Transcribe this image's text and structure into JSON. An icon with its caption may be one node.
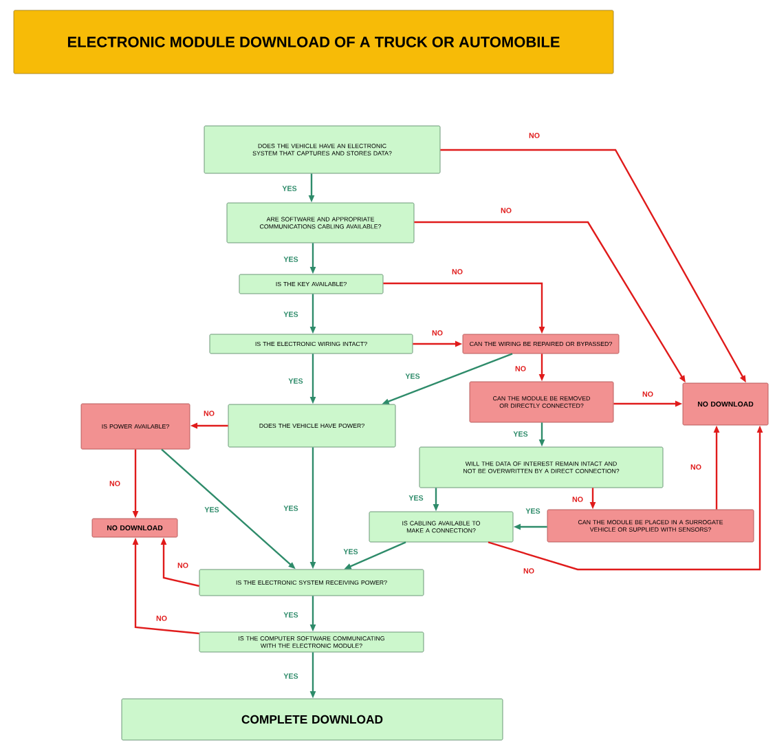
{
  "diagram": {
    "title": "ELECTRONIC MODULE DOWNLOAD OF A TRUCK OR AUTOMOBILE",
    "nodes": [
      {
        "text": [
          "DOES THE VEHICLE HAVE AN ELECTRONIC SYSTEM THAT CAPTURES AND STORES DATA?"
        ]
      },
      {
        "text": [
          "ARE SOFTWARE AND APPROPRIATE COMMUNICATIONS CABLING AVAILABLE?"
        ]
      },
      {
        "text": [
          "IS THE KEY AVAILABLE?"
        ]
      },
      {
        "text": [
          "IS THE ELECTRONIC WIRING INTACT?"
        ]
      },
      {
        "text": [
          "CAN THE WIRING BE REPAIRED OR BYPASSED?"
        ]
      },
      {
        "text": [
          "DOES THE VEHICLE HAVE POWER?"
        ]
      },
      {
        "text": [
          "IS POWER AVAILABLE?"
        ]
      },
      {
        "text": [
          "CAN THE MODULE BE REMOVED OR DIRECTLY CONNECTED?"
        ]
      },
      {
        "text": [
          "NO DOWNLOAD"
        ]
      },
      {
        "text": [
          "WILL THE DATA OF INTEREST REMAIN INTACT AND NOT BE OVERWRITTEN BY A DIRECT CONNECTION?"
        ]
      },
      {
        "text": [
          "CAN THE MODULE BE PLACED IN A SURROGATE VEHICLE OR SUPPLIED WITH SENSORS?"
        ]
      },
      {
        "text": [
          "IS CABLING AVAILABLE TO MAKE A CONNECTION?"
        ]
      },
      {
        "text": [
          "NO DOWNLOAD"
        ]
      },
      {
        "text": [
          "IS THE ELECTRONIC SYSTEM RECEIVING POWER?"
        ]
      },
      {
        "text": [
          "IS THE COMPUTER SOFTWARE COMMUNICATING WITH THE ELECTRONIC MODULE?"
        ]
      },
      {
        "text": [
          "COMPLETE DOWNLOAD"
        ]
      }
    ],
    "edges": [
      {
        "from": 0,
        "to": 1,
        "arrow": "to",
        "label": "YES",
        "color": "#2e8b6a"
      },
      {
        "from": 0,
        "to": 8,
        "arrow": "to",
        "label": "NO",
        "color": "#e01b1b"
      },
      {
        "from": 1,
        "to": 2,
        "arrow": "to",
        "label": "YES",
        "color": "#2e8b6a"
      },
      {
        "from": 1,
        "to": 8,
        "arrow": "to",
        "label": "NO",
        "color": "#e01b1b"
      },
      {
        "from": 2,
        "to": 3,
        "arrow": "to",
        "label": "YES",
        "color": "#2e8b6a"
      },
      {
        "from": 2,
        "to": 4,
        "arrow": "to",
        "label": "NO",
        "color": "#e01b1b"
      },
      {
        "from": 3,
        "to": 4,
        "arrow": "to",
        "label": "NO",
        "color": "#e01b1b"
      },
      {
        "from": 3,
        "to": 5,
        "arrow": "to",
        "label": "YES",
        "color": "#2e8b6a"
      },
      {
        "from": 4,
        "to": 5,
        "arrow": "to",
        "label": "YES",
        "color": "#2e8b6a"
      },
      {
        "from": 4,
        "to": 7,
        "arrow": "to",
        "label": "NO",
        "color": "#e01b1b"
      },
      {
        "from": 5,
        "to": 6,
        "arrow": "to",
        "label": "NO",
        "color": "#e01b1b"
      },
      {
        "from": 5,
        "to": 13,
        "arrow": "to",
        "label": "YES",
        "color": "#2e8b6a"
      },
      {
        "from": 6,
        "to": 12,
        "arrow": "to",
        "label": "NO",
        "color": "#e01b1b"
      },
      {
        "from": 6,
        "to": 13,
        "arrow": "to",
        "label": "YES",
        "color": "#2e8b6a"
      },
      {
        "from": 7,
        "to": 8,
        "arrow": "to",
        "label": "NO",
        "color": "#e01b1b"
      },
      {
        "from": 7,
        "to": 9,
        "arrow": "to",
        "label": "YES",
        "color": "#2e8b6a"
      },
      {
        "from": 9,
        "to": 11,
        "arrow": "to",
        "label": "YES",
        "color": "#2e8b6a"
      },
      {
        "from": 9,
        "to": 10,
        "arrow": "to",
        "label": "NO",
        "color": "#e01b1b"
      },
      {
        "from": 10,
        "to": 11,
        "arrow": "to",
        "label": "YES",
        "color": "#2e8b6a"
      },
      {
        "from": 10,
        "to": 8,
        "arrow": "to",
        "label": "NO",
        "color": "#e01b1b"
      },
      {
        "from": 11,
        "to": 8,
        "arrow": "to",
        "label": "NO",
        "color": "#e01b1b"
      },
      {
        "from": 11,
        "to": 13,
        "arrow": "to",
        "label": "YES",
        "color": "#2e8b6a"
      },
      {
        "from": 13,
        "to": 12,
        "arrow": "to",
        "label": "NO",
        "color": "#e01b1b"
      },
      {
        "from": 13,
        "to": 14,
        "arrow": "to",
        "label": "YES",
        "color": "#2e8b6a"
      },
      {
        "from": 14,
        "to": 12,
        "arrow": "to",
        "label": "NO",
        "color": "#e01b1b"
      },
      {
        "from": 14,
        "to": 15,
        "arrow": "to",
        "label": "YES",
        "color": "#2e8b6a"
      }
    ]
  }
}
